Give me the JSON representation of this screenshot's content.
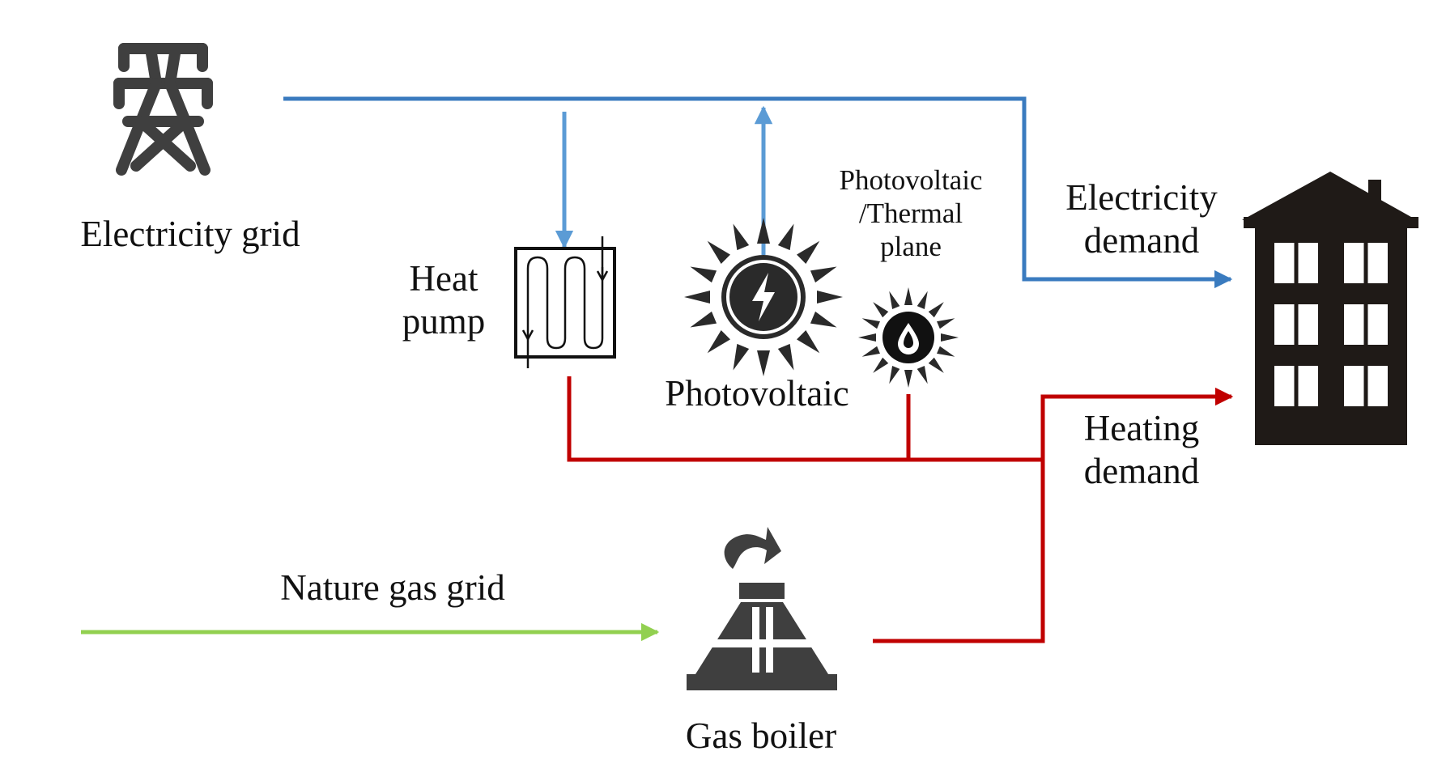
{
  "colors": {
    "electricity": "#3a7bbf",
    "electricity_light": "#5b9bd5",
    "heat": "#c00000",
    "gas": "#92d050",
    "icon_dark": "#3f3f3f",
    "building": "#1f1a17"
  },
  "nodes": {
    "electricity_grid": {
      "label": "Electricity  grid",
      "icon": "transmission-tower-icon"
    },
    "heat_pump": {
      "label": "Heat\npump",
      "icon": "heat-pump-coil-icon"
    },
    "photovoltaic": {
      "label": "Photovoltaic",
      "icon": "sun-lightning-icon"
    },
    "pvt": {
      "label": "Photovoltaic\n/Thermal\nplane",
      "icon": "sun-droplet-icon"
    },
    "electricity_demand": {
      "label": "Electricity\ndemand"
    },
    "heating_demand": {
      "label": "Heating\ndemand"
    },
    "building": {
      "icon": "building-icon"
    },
    "gas_grid": {
      "label": "Nature gas grid"
    },
    "gas_boiler": {
      "label": "Gas boiler",
      "icon": "gas-boiler-flame-icon"
    }
  }
}
